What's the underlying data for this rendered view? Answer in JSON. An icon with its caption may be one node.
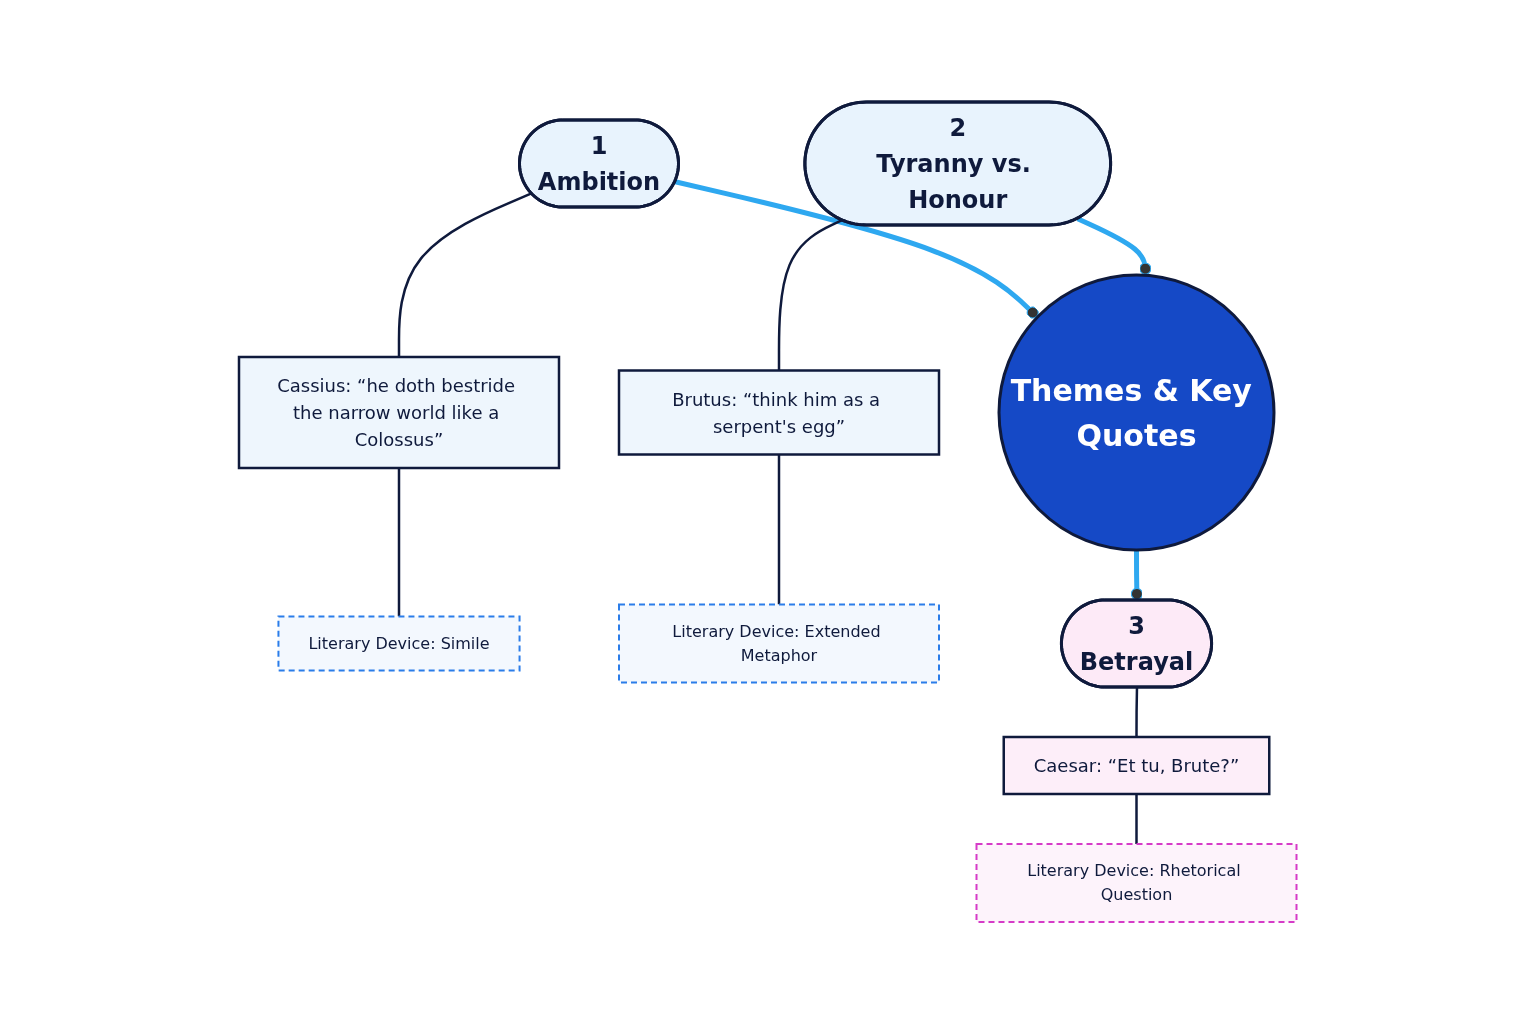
{
  "diagram": {
    "nodes": [
      {
        "text": [
          "Themes & Key Quotes"
        ]
      },
      {
        "text": [
          "1",
          "Ambition"
        ]
      },
      {
        "text": [
          "Cassius: “he doth bestride the narrow world like a Colossus”"
        ]
      },
      {
        "text": [
          "Literary Device: Simile"
        ]
      },
      {
        "text": [
          "2",
          "Tyranny vs. Honour"
        ]
      },
      {
        "text": [
          "Brutus: “think him as a serpent's egg”"
        ]
      },
      {
        "text": [
          "Literary Device: Extended Metaphor"
        ]
      },
      {
        "text": [
          "3",
          "Betrayal"
        ]
      },
      {
        "text": [
          "Caesar: “Et tu, Brute?”"
        ]
      },
      {
        "text": [
          "Literary Device: Rhetorical Question"
        ]
      }
    ],
    "edges": [
      {
        "from": 1,
        "to": 0,
        "arrow": "other",
        "style": "thick",
        "color": "#2ea8f0"
      },
      {
        "from": 4,
        "to": 0,
        "arrow": "other",
        "style": "thick",
        "color": "#2ea8f0"
      },
      {
        "from": 0,
        "to": 7,
        "arrow": "other",
        "style": "thick",
        "color": "#2ea8f0"
      },
      {
        "from": 1,
        "to": 2,
        "arrow": "none"
      },
      {
        "from": 2,
        "to": 3,
        "arrow": "none"
      },
      {
        "from": 4,
        "to": 5,
        "arrow": "none"
      },
      {
        "from": 5,
        "to": 6,
        "arrow": "none"
      },
      {
        "from": 7,
        "to": 8,
        "arrow": "none"
      },
      {
        "from": 8,
        "to": 9,
        "arrow": "none"
      }
    ]
  }
}
